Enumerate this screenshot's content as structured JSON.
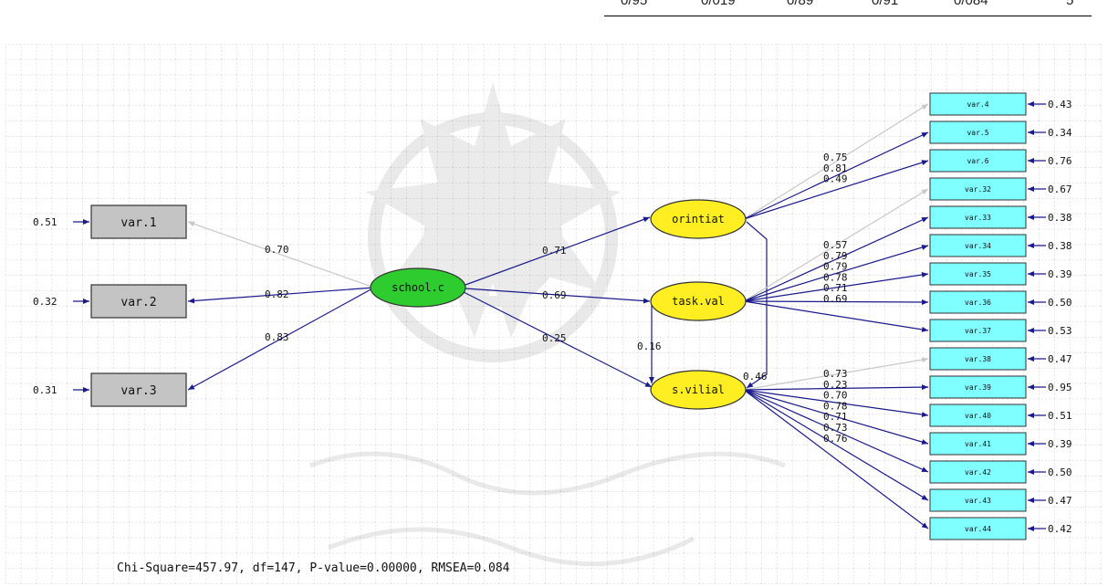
{
  "top_table_row": [
    "0/95",
    "0/019",
    "0/89",
    "0/91",
    "0/084",
    "5"
  ],
  "colors": {
    "latent_exogenous": "#2ecc2e",
    "latent_endogenous": "#ffee22",
    "indicator_left": "#c4c4c4",
    "indicator_right": "#7fffff",
    "path_strong": "#1a1a8c",
    "path_fixed": "#c8c8c8",
    "grid": "#d0d0d0"
  },
  "diagram": {
    "latents": {
      "school": "school.c",
      "orint": "orintiat",
      "task": "task.val",
      "svil": "s.vilial"
    },
    "left_indicators": [
      {
        "name": "var.1",
        "error": "0.51",
        "loading": "0.70"
      },
      {
        "name": "var.2",
        "error": "0.32",
        "loading": "0.82"
      },
      {
        "name": "var.3",
        "error": "0.31",
        "loading": "0.83"
      }
    ],
    "structural": {
      "school_orint": "0.71",
      "school_task": "0.69",
      "school_svil": "0.25",
      "task_svil": "0.16",
      "orint_svil": "0.46"
    },
    "right_indicators": [
      {
        "name": "var.4",
        "error": "0.43",
        "loading": "0.75",
        "factor": "orint"
      },
      {
        "name": "var.5",
        "error": "0.34",
        "loading": "0.81",
        "factor": "orint"
      },
      {
        "name": "var.6",
        "error": "0.76",
        "loading": "0.49",
        "factor": "orint"
      },
      {
        "name": "var.32",
        "error": "0.67",
        "loading": "0.57",
        "factor": "task"
      },
      {
        "name": "var.33",
        "error": "0.38",
        "loading": "0.79",
        "factor": "task"
      },
      {
        "name": "var.34",
        "error": "0.38",
        "loading": "0.79",
        "factor": "task"
      },
      {
        "name": "var.35",
        "error": "0.39",
        "loading": "0.78",
        "factor": "task"
      },
      {
        "name": "var.36",
        "error": "0.50",
        "loading": "0.71",
        "factor": "task"
      },
      {
        "name": "var.37",
        "error": "0.53",
        "loading": "0.69",
        "factor": "task"
      },
      {
        "name": "var.38",
        "error": "0.47",
        "loading": "0.73",
        "factor": "svil"
      },
      {
        "name": "var.39",
        "error": "0.95",
        "loading": "0.23",
        "factor": "svil"
      },
      {
        "name": "var.40",
        "error": "0.51",
        "loading": "0.70",
        "factor": "svil"
      },
      {
        "name": "var.41",
        "error": "0.39",
        "loading": "0.78",
        "factor": "svil"
      },
      {
        "name": "var.42",
        "error": "0.50",
        "loading": "0.71",
        "factor": "svil"
      },
      {
        "name": "var.43",
        "error": "0.47",
        "loading": "0.73",
        "factor": "svil"
      },
      {
        "name": "var.44",
        "error": "0.42",
        "loading": "0.76",
        "factor": "svil"
      }
    ],
    "fit_line": "Chi-Square=457.97, df=147, P-value=0.00000, RMSEA=0.084"
  }
}
